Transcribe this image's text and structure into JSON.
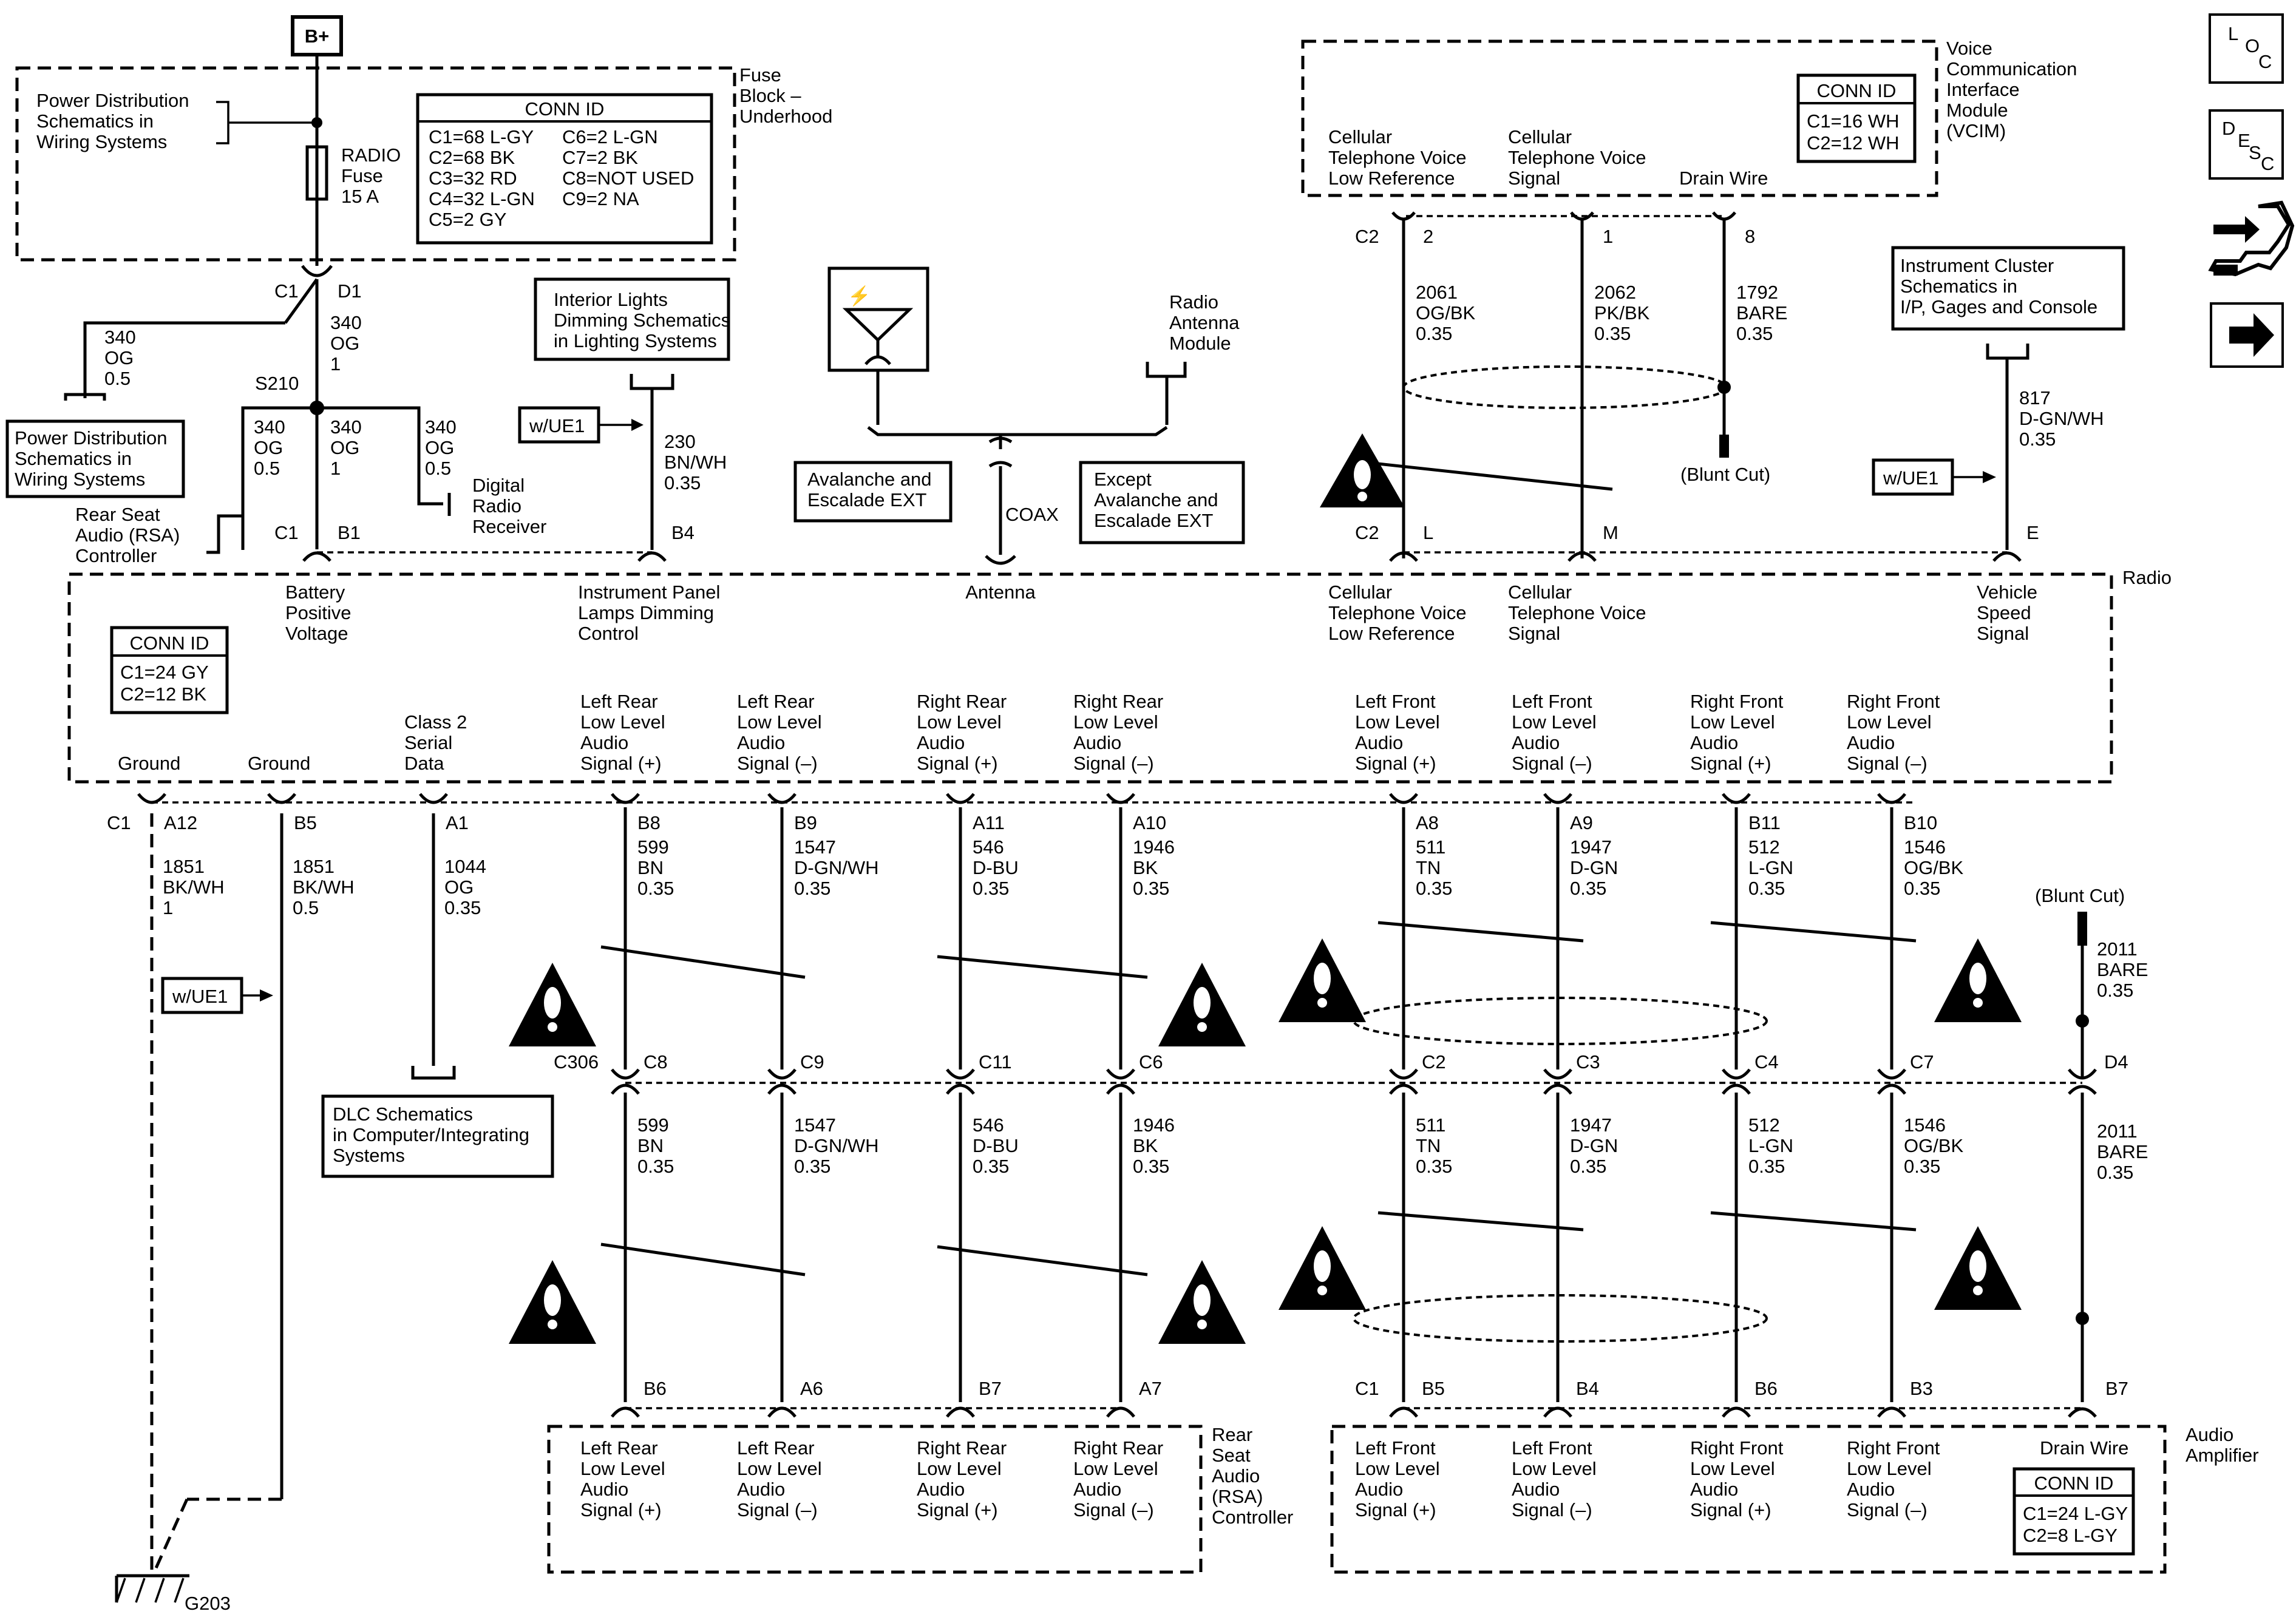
{
  "colors": {
    "ink": "#000000",
    "paper": "#ffffff"
  },
  "power": {
    "battery_label": "B+",
    "fuse_block": [
      "Fuse",
      "Block –",
      "Underhood"
    ],
    "pd_schem_top": [
      "Power Distribution",
      "Schematics in",
      "Wiring Systems"
    ],
    "fuse_label": [
      "RADIO",
      "Fuse",
      "15 A"
    ],
    "fuse_conn_title": "CONN ID",
    "fuse_conn": [
      "C1=68 L-GY",
      "C2=68 BK",
      "C3=32 RD",
      "C4=32 L-GN",
      "C5=2 GY",
      "C6=2 L-GN",
      "C7=2 BK",
      "C8=NOT USED",
      "C9=2 NA"
    ],
    "c1_label": "C1",
    "d1_label": "D1",
    "wire_340_og_1": [
      "340",
      "OG",
      "1"
    ],
    "wire_340_og_05_left": [
      "340",
      "OG",
      "0.5"
    ],
    "pd_schem_left": [
      "Power Distribution",
      "Schematics in",
      "Wiring Systems"
    ],
    "splice": "S210",
    "wire_340_og_05_rsa": [
      "340",
      "OG",
      "0.5"
    ],
    "wire_340_og_1_radio": [
      "340",
      "OG",
      "1"
    ],
    "wire_340_og_05_drr": [
      "340",
      "OG",
      "0.5"
    ],
    "drr_label": [
      "Digital",
      "Radio",
      "Receiver"
    ],
    "rsa_label": [
      "Rear Seat",
      "Audio (RSA)",
      "Controller"
    ]
  },
  "interior": {
    "dimming_box": [
      "Interior Lights",
      "Dimming Schematics",
      "in Lighting Systems"
    ],
    "option": "w/UE1",
    "wire_230": [
      "230",
      "BN/WH",
      "0.35"
    ]
  },
  "antenna": {
    "module_label": [
      "Radio",
      "Antenna",
      "Module"
    ],
    "avalanche_box": [
      "Avalanche and",
      "Escalade EXT"
    ],
    "except_box": [
      "Except",
      "Avalanche and",
      "Escalade EXT"
    ],
    "coax": "COAX",
    "antenna_label": "Antenna"
  },
  "vcim": {
    "title": [
      "Voice",
      "Communication",
      "Interface",
      "Module",
      "(VCIM)"
    ],
    "conn_title": "CONN ID",
    "conn": [
      "C1=16 WH",
      "C2=12 WH"
    ],
    "pin_labels": [
      [
        "Cellular",
        "Telephone Voice",
        "Low Reference"
      ],
      [
        "Cellular",
        "Telephone Voice",
        "Signal"
      ],
      [
        "Drain Wire"
      ]
    ],
    "c2": "C2",
    "pins": [
      "2",
      "1",
      "8"
    ],
    "wires": [
      [
        "2061",
        "OG/BK",
        "0.35"
      ],
      [
        "2062",
        "PK/BK",
        "0.35"
      ],
      [
        "1792",
        "BARE",
        "0.35"
      ]
    ],
    "blunt_cut": "(Blunt Cut)"
  },
  "cluster": {
    "box": [
      "Instrument Cluster",
      "Schematics in",
      "I/P, Gages and Console"
    ],
    "option": "w/UE1",
    "wire_817": [
      "817",
      "D-GN/WH",
      "0.35"
    ]
  },
  "radio": {
    "title": "Radio",
    "conn_title": "CONN ID",
    "conn": [
      "C1=24 GY",
      "C2=12 BK"
    ],
    "top_pins": {
      "c1": "C1",
      "b1": "B1",
      "b4": "B4",
      "c2": "C2",
      "l": "L",
      "m": "M",
      "e": "E"
    },
    "top_labels": {
      "battery": [
        "Battery",
        "Positive",
        "Voltage"
      ],
      "dimming": [
        "Instrument Panel",
        "Lamps Dimming",
        "Control"
      ],
      "antenna": "Antenna",
      "cell_low": [
        "Cellular",
        "Telephone Voice",
        "Low Reference"
      ],
      "cell_sig": [
        "Cellular",
        "Telephone Voice",
        "Signal"
      ],
      "vss": [
        "Vehicle",
        "Speed",
        "Signal"
      ]
    },
    "bottom_labels": [
      [
        "Ground"
      ],
      [
        "Ground"
      ],
      [
        "Class 2",
        "Serial",
        "Data"
      ],
      [
        "Left Rear",
        "Low Level",
        "Audio",
        "Signal (+)"
      ],
      [
        "Left Rear",
        "Low Level",
        "Audio",
        "Signal (–)"
      ],
      [
        "Right Rear",
        "Low Level",
        "Audio",
        "Signal (+)"
      ],
      [
        "Right Rear",
        "Low Level",
        "Audio",
        "Signal (–)"
      ],
      [
        "Left Front",
        "Low Level",
        "Audio",
        "Signal (+)"
      ],
      [
        "Left Front",
        "Low Level",
        "Audio",
        "Signal (–)"
      ],
      [
        "Right Front",
        "Low Level",
        "Audio",
        "Signal (+)"
      ],
      [
        "Right Front",
        "Low Level",
        "Audio",
        "Signal (–)"
      ]
    ],
    "bottom_conn": "C1",
    "bottom_pins": [
      "A12",
      "B5",
      "A1",
      "B8",
      "B9",
      "A11",
      "A10",
      "A8",
      "A9",
      "B11",
      "B10"
    ]
  },
  "wires_upper": [
    [
      "1851",
      "BK/WH",
      "1"
    ],
    [
      "1851",
      "BK/WH",
      "0.5"
    ],
    [
      "1044",
      "OG",
      "0.35"
    ],
    [
      "599",
      "BN",
      "0.35"
    ],
    [
      "1547",
      "D-GN/WH",
      "0.35"
    ],
    [
      "546",
      "D-BU",
      "0.35"
    ],
    [
      "1946",
      "BK",
      "0.35"
    ],
    [
      "511",
      "TN",
      "0.35"
    ],
    [
      "1947",
      "D-GN",
      "0.35"
    ],
    [
      "512",
      "L-GN",
      "0.35"
    ],
    [
      "1546",
      "OG/BK",
      "0.35"
    ]
  ],
  "ground": {
    "option": "w/UE1",
    "label": "G203"
  },
  "dlc_box": [
    "DLC Schematics",
    "in Computer/Integrating",
    "Systems"
  ],
  "drain": {
    "blunt_cut": "(Blunt Cut)",
    "wire_upper": [
      "2011",
      "BARE",
      "0.35"
    ],
    "wire_lower": [
      "2011",
      "BARE",
      "0.35"
    ],
    "pin": "D4"
  },
  "inline": {
    "conn": "C306",
    "pins": [
      "C8",
      "C9",
      "C11",
      "C6",
      "C2",
      "C3",
      "C4",
      "C7"
    ]
  },
  "wires_lower": [
    [
      "599",
      "BN",
      "0.35"
    ],
    [
      "1547",
      "D-GN/WH",
      "0.35"
    ],
    [
      "546",
      "D-BU",
      "0.35"
    ],
    [
      "1946",
      "BK",
      "0.35"
    ],
    [
      "511",
      "TN",
      "0.35"
    ],
    [
      "1947",
      "D-GN",
      "0.35"
    ],
    [
      "512",
      "L-GN",
      "0.35"
    ],
    [
      "1546",
      "OG/BK",
      "0.35"
    ]
  ],
  "rsa_controller": {
    "title": [
      "Rear",
      "Seat",
      "Audio",
      "(RSA)",
      "Controller"
    ],
    "pins": [
      "B6",
      "A6",
      "B7",
      "A7"
    ],
    "labels": [
      [
        "Left Rear",
        "Low Level",
        "Audio",
        "Signal (+)"
      ],
      [
        "Left Rear",
        "Low Level",
        "Audio",
        "Signal (–)"
      ],
      [
        "Right Rear",
        "Low Level",
        "Audio",
        "Signal (+)"
      ],
      [
        "Right Rear",
        "Low Level",
        "Audio",
        "Signal (–)"
      ]
    ]
  },
  "amplifier": {
    "title": [
      "Audio",
      "Amplifier"
    ],
    "c1": "C1",
    "pins": [
      "B5",
      "B4",
      "B6",
      "B3",
      "B7"
    ],
    "labels": [
      [
        "Left Front",
        "Low Level",
        "Audio",
        "Signal (+)"
      ],
      [
        "Left Front",
        "Low Level",
        "Audio",
        "Signal (–)"
      ],
      [
        "Right Front",
        "Low Level",
        "Audio",
        "Signal (+)"
      ],
      [
        "Right Front",
        "Low Level",
        "Audio",
        "Signal (–)"
      ]
    ],
    "drain_label": "Drain Wire",
    "conn_title": "CONN ID",
    "conn": [
      "C1=24 L-GY",
      "C2=8 L-GY"
    ]
  },
  "nav": {
    "loc": [
      "L",
      "O",
      "C"
    ],
    "desc": [
      "D",
      "E",
      "S",
      "C"
    ],
    "icons": [
      "connector-tool-icon",
      "arrow-right-icon"
    ]
  }
}
